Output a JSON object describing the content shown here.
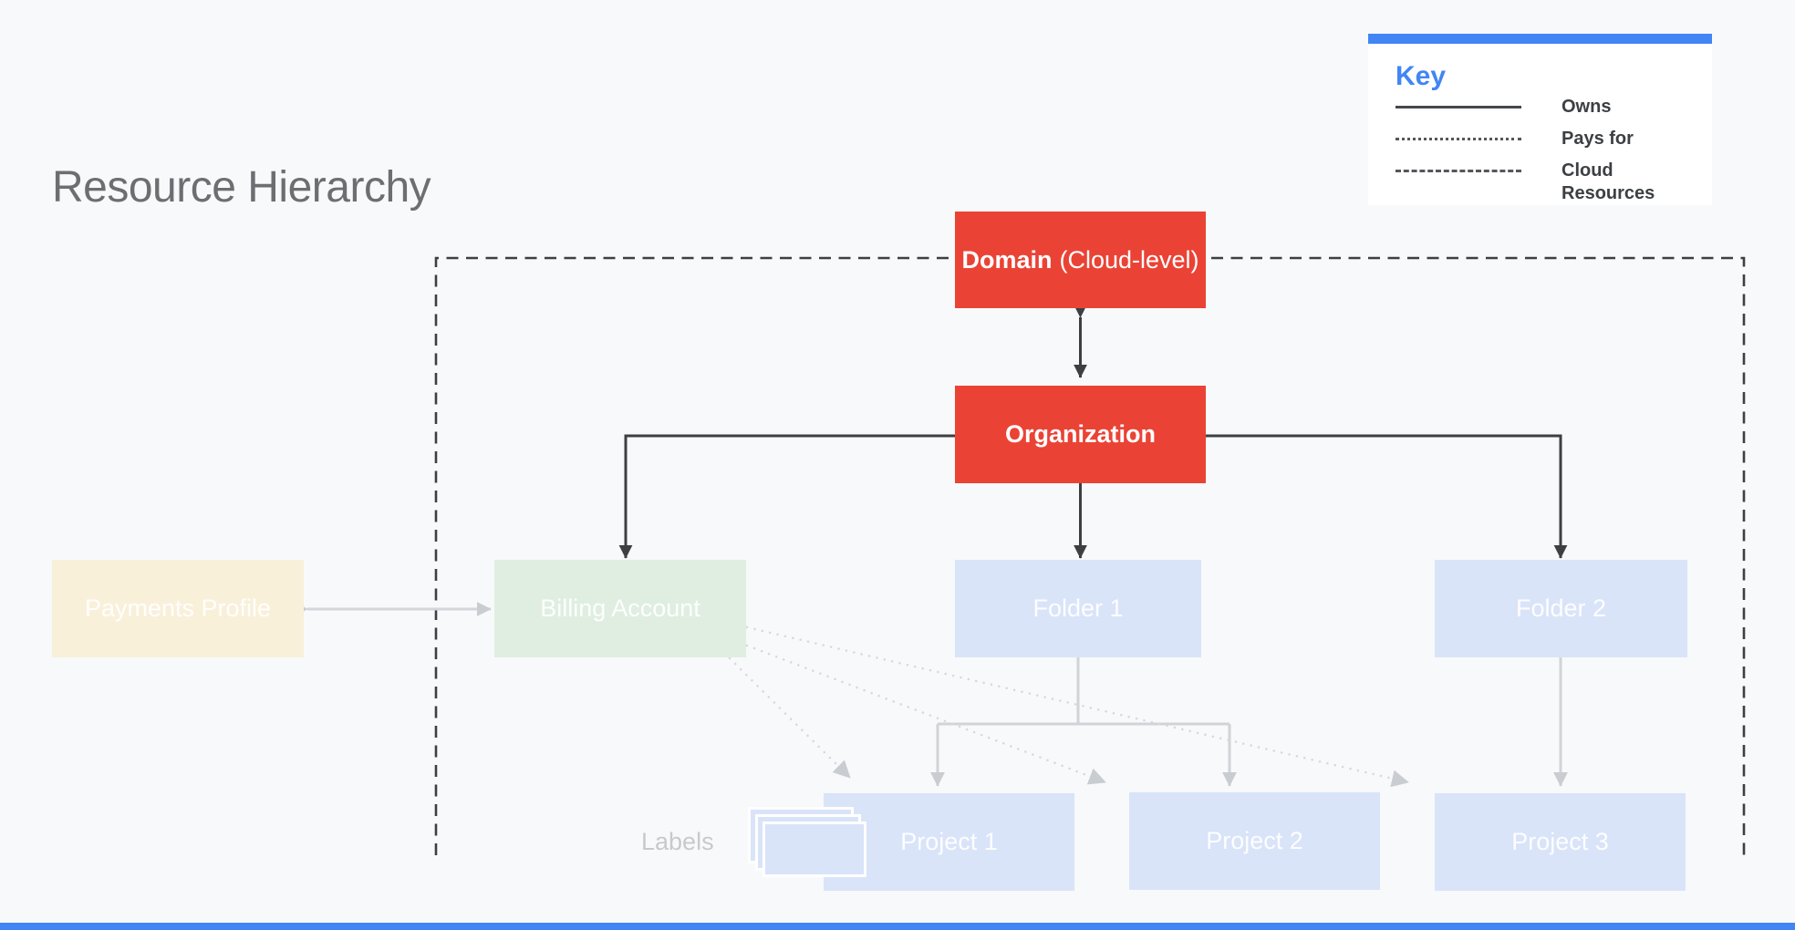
{
  "page": {
    "title": "Resource Hierarchy",
    "background_color": "#F8F9FA",
    "bottom_bar_color": "#4285F4"
  },
  "legend": {
    "title": "Key",
    "accent_color": "#4285F4",
    "items": [
      {
        "line_style": "solid",
        "label": "Owns"
      },
      {
        "line_style": "dotted",
        "label": "Pays for"
      },
      {
        "line_style": "dashed",
        "label": "Cloud Resources"
      }
    ]
  },
  "nodes": {
    "domain": {
      "label_bold": "Domain",
      "label_suffix": "(Cloud-level)",
      "fill": "#EA4335",
      "text_color": "#FFFFFF"
    },
    "organization": {
      "label": "Organization",
      "fill": "#EA4335",
      "text_color": "#FFFFFF"
    },
    "payments_profile": {
      "label": "Payments Profile",
      "fill": "#F9F0DA"
    },
    "billing_account": {
      "label": "Billing Account",
      "fill": "#DFEEE0"
    },
    "folder_1": {
      "label": "Folder 1",
      "fill": "#D9E4F9"
    },
    "folder_2": {
      "label": "Folder 2",
      "fill": "#D9E4F9"
    },
    "project_1": {
      "label": "Project 1",
      "fill": "#D9E4F9"
    },
    "project_2": {
      "label": "Project 2",
      "fill": "#D9E4F9"
    },
    "project_3": {
      "label": "Project 3",
      "fill": "#D9E4F9"
    }
  },
  "annotations": {
    "labels_caption": "Labels"
  },
  "connectors": {
    "dark_color": "#3C4043",
    "light_color": "#C9CDD1",
    "edges": [
      {
        "from": "domain",
        "to": "organization",
        "type": "owns",
        "bidirectional": true
      },
      {
        "from": "organization",
        "to": "billing_account",
        "type": "owns"
      },
      {
        "from": "organization",
        "to": "folder_1",
        "type": "owns"
      },
      {
        "from": "organization",
        "to": "folder_2",
        "type": "owns"
      },
      {
        "from": "folder_1",
        "to": "project_1",
        "type": "owns"
      },
      {
        "from": "folder_1",
        "to": "project_2",
        "type": "owns"
      },
      {
        "from": "folder_2",
        "to": "project_3",
        "type": "owns"
      },
      {
        "from": "payments_profile",
        "to": "billing_account",
        "type": "pays_for",
        "bidirectional": true
      },
      {
        "from": "billing_account",
        "to": "project_1",
        "type": "pays_for"
      },
      {
        "from": "billing_account",
        "to": "project_2",
        "type": "pays_for"
      },
      {
        "from": "billing_account",
        "to": "project_3",
        "type": "pays_for"
      }
    ],
    "cloud_resources_boundary": {
      "style": "dashed",
      "contains": [
        "domain",
        "organization",
        "billing_account",
        "folder_1",
        "folder_2",
        "project_1",
        "project_2",
        "project_3"
      ]
    }
  }
}
